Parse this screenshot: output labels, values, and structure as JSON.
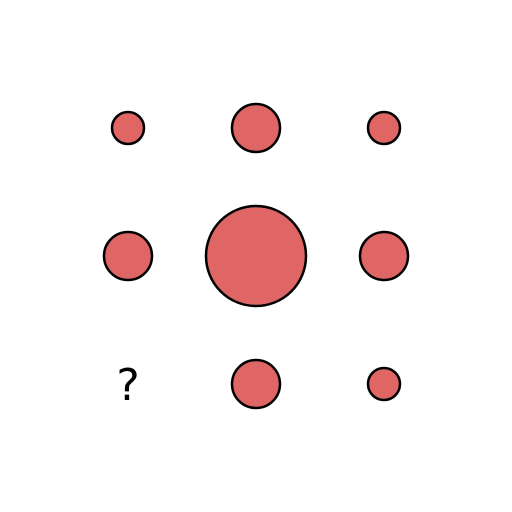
{
  "puzzle": {
    "fill_color": "#e06666",
    "stroke_color": "#000000",
    "missing_symbol": "?",
    "grid": [
      [
        "small",
        "medium",
        "small"
      ],
      [
        "medium",
        "large",
        "medium"
      ],
      [
        "missing",
        "medium",
        "small"
      ]
    ]
  }
}
